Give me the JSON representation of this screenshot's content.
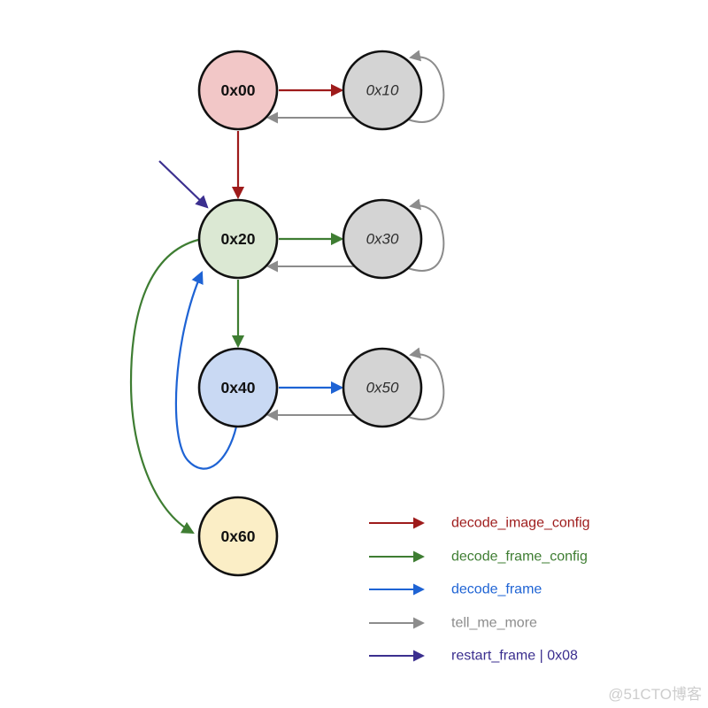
{
  "diagram": {
    "nodes": [
      {
        "id": "0x00",
        "label": "0x00",
        "fill": "#f2c7c7",
        "text_style": "bold"
      },
      {
        "id": "0x10",
        "label": "0x10",
        "fill": "#d4d4d4",
        "text_style": "italic"
      },
      {
        "id": "0x20",
        "label": "0x20",
        "fill": "#dbe8d3",
        "text_style": "bold"
      },
      {
        "id": "0x30",
        "label": "0x30",
        "fill": "#d4d4d4",
        "text_style": "italic"
      },
      {
        "id": "0x40",
        "label": "0x40",
        "fill": "#c9d9f3",
        "text_style": "bold"
      },
      {
        "id": "0x50",
        "label": "0x50",
        "fill": "#d4d4d4",
        "text_style": "italic"
      },
      {
        "id": "0x60",
        "label": "0x60",
        "fill": "#fbeec6",
        "text_style": "bold"
      }
    ],
    "edges": [
      {
        "from": "0x00",
        "to": "0x10",
        "type": "decode_image_config"
      },
      {
        "from": "0x10",
        "to": "0x00",
        "type": "tell_me_more"
      },
      {
        "from": "0x10",
        "to": "0x10",
        "type": "tell_me_more"
      },
      {
        "from": "0x00",
        "to": "0x20",
        "type": "decode_image_config"
      },
      {
        "from": "external",
        "to": "0x20",
        "type": "restart_frame"
      },
      {
        "from": "0x20",
        "to": "0x30",
        "type": "decode_frame_config"
      },
      {
        "from": "0x30",
        "to": "0x20",
        "type": "tell_me_more"
      },
      {
        "from": "0x30",
        "to": "0x30",
        "type": "tell_me_more"
      },
      {
        "from": "0x20",
        "to": "0x40",
        "type": "decode_frame_config"
      },
      {
        "from": "0x40",
        "to": "0x50",
        "type": "decode_frame"
      },
      {
        "from": "0x50",
        "to": "0x40",
        "type": "tell_me_more"
      },
      {
        "from": "0x50",
        "to": "0x50",
        "type": "tell_me_more"
      },
      {
        "from": "0x40",
        "to": "0x20",
        "type": "decode_frame"
      },
      {
        "from": "0x20",
        "to": "0x60",
        "type": "decode_frame_config"
      }
    ],
    "edge_colors": {
      "decode_image_config": "#9e1b1b",
      "decode_frame_config": "#3e7d32",
      "decode_frame": "#1e63d4",
      "tell_me_more": "#8c8c8c",
      "restart_frame": "#3b2f8f"
    },
    "node_stroke_color": "#111111"
  },
  "legend": {
    "items": [
      {
        "label": "decode_image_config",
        "color": "#9e1b1b"
      },
      {
        "label": "decode_frame_config",
        "color": "#3e7d32"
      },
      {
        "label": "decode_frame",
        "color": "#1e63d4"
      },
      {
        "label": "tell_me_more",
        "color": "#8c8c8c"
      },
      {
        "label": "restart_frame | 0x08",
        "color": "#3b2f8f"
      }
    ]
  },
  "watermark": {
    "text": "@51CTO博客"
  }
}
